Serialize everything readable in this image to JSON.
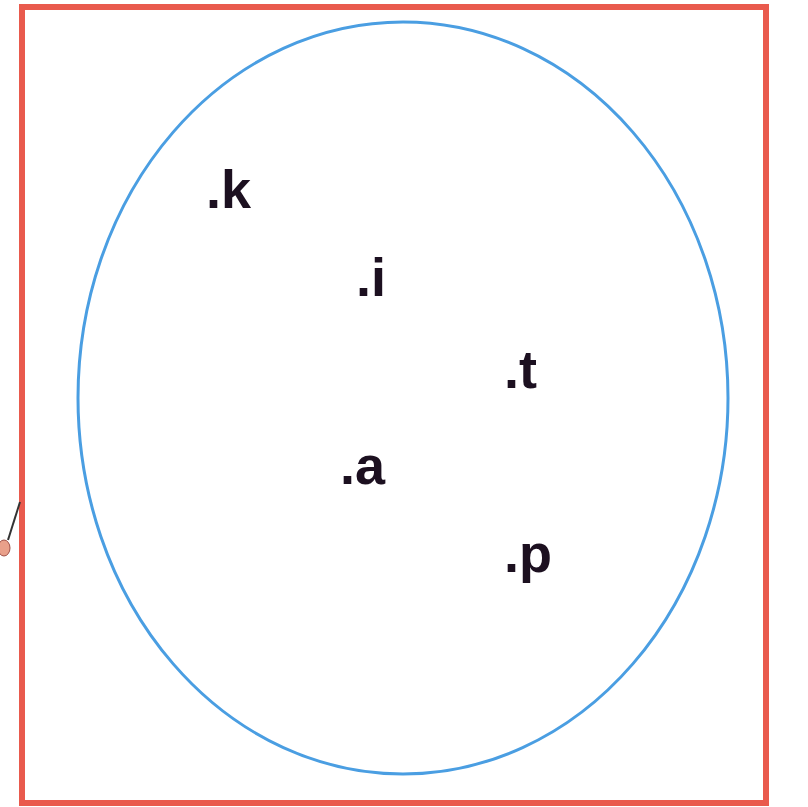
{
  "diagram": {
    "nodes": [
      {
        "text": [
          ".k",
          ".i",
          ".t",
          ".a",
          ".p"
        ]
      }
    ]
  }
}
